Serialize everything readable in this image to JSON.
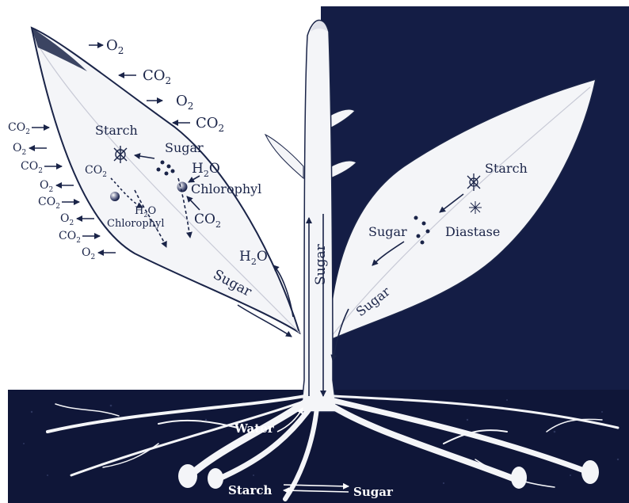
{
  "colors": {
    "sky": "#141d45",
    "soil": "#0f1638",
    "plant": "#f4f5f8",
    "ink": "#1a2448"
  },
  "left_leaf": {
    "o2_top": "O",
    "o2_top_sub": "2",
    "co2_1": "CO",
    "co2_1_sub": "2",
    "o2_2": "O",
    "o2_2_sub": "2",
    "co2_2": "CO",
    "co2_2_sub": "2",
    "starch": "Starch",
    "sugar": "Sugar",
    "h2o_a": "H",
    "h2o_a_sub": "2",
    "h2o_a_end": "O",
    "chlorophyl": "Chlorophyl",
    "co2_3": "CO",
    "co2_3_sub": "2",
    "co2_inner": "CO",
    "co2_inner_sub": "2",
    "h2o_inner": "H",
    "h2o_inner_sub": "2",
    "h2o_inner_end": "O",
    "chlorophyl_inner": "Chlorophyl",
    "h2o_stem": "H",
    "h2o_stem_sub": "2",
    "h2o_stem_end": "O",
    "sugar_flow": "Sugar"
  },
  "left_margin": [
    {
      "text": "CO",
      "sub": "2",
      "dir": "in"
    },
    {
      "text": "O",
      "sub": "2",
      "dir": "out"
    },
    {
      "text": "CO",
      "sub": "2",
      "dir": "in"
    },
    {
      "text": "O",
      "sub": "2",
      "dir": "out"
    },
    {
      "text": "CO",
      "sub": "2",
      "dir": "in"
    },
    {
      "text": "O",
      "sub": "2",
      "dir": "out"
    },
    {
      "text": "CO",
      "sub": "2",
      "dir": "in"
    },
    {
      "text": "O",
      "sub": "2",
      "dir": "out"
    }
  ],
  "stem": {
    "sugar": "Sugar"
  },
  "right_leaf": {
    "starch": "Starch",
    "sugar": "Sugar",
    "diastase": "Diastase",
    "sugar_flow": "Sugar"
  },
  "roots": {
    "water": "Water",
    "starch": "Starch",
    "sugar": "Sugar"
  }
}
